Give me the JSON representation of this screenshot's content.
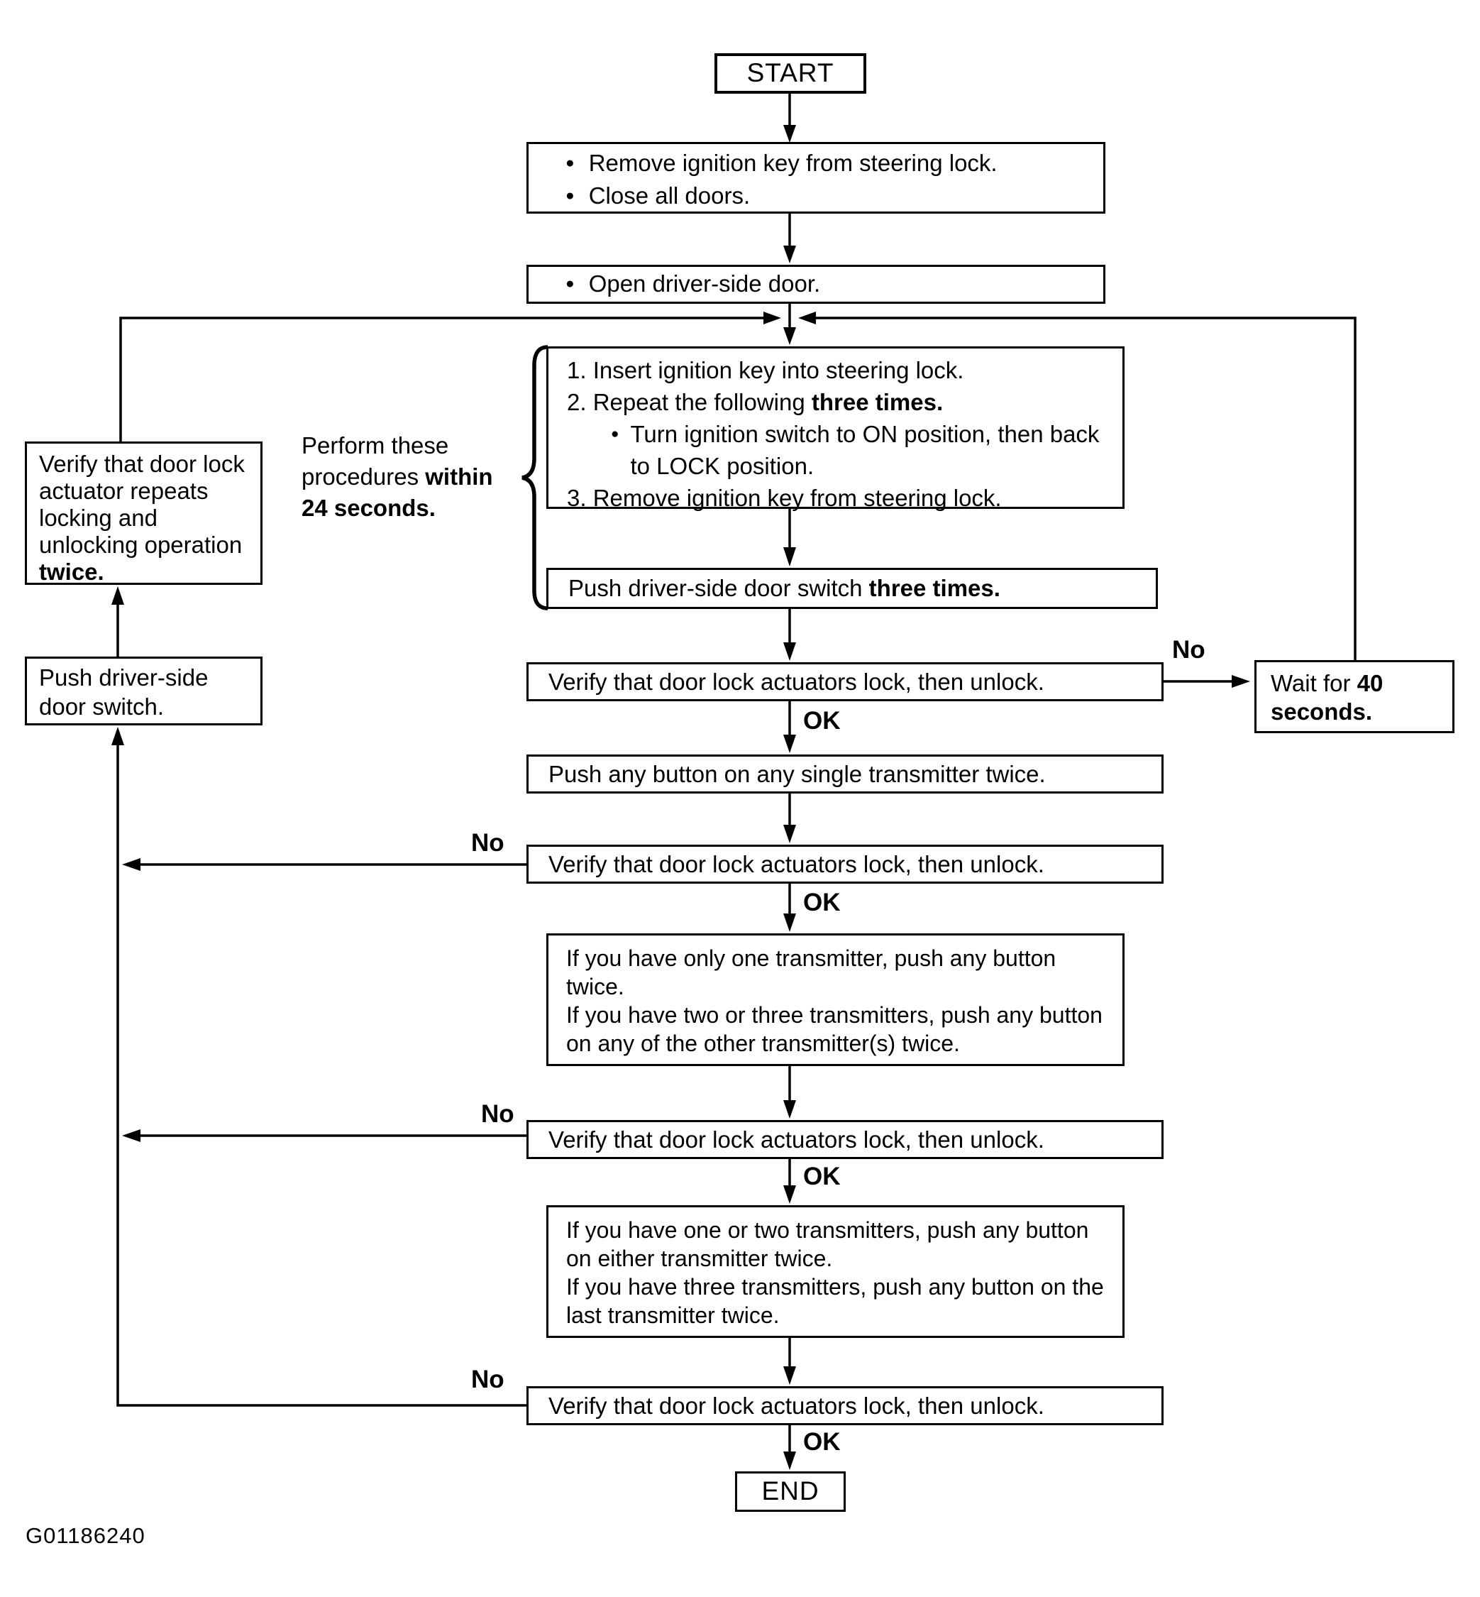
{
  "figure_id": "G01186240",
  "labels": {
    "start": "START",
    "end": "END",
    "no": "No",
    "ok": "OK"
  },
  "note": {
    "line1": "Perform these",
    "line2_pre": "procedures ",
    "line2_bold": "within",
    "line3_bold": "24 seconds."
  },
  "boxes": {
    "prep": {
      "bullets": [
        "Remove ignition key from steering lock.",
        "Close all doors."
      ]
    },
    "open_door": "Open driver-side door.",
    "procedure": {
      "step1": "1. Insert ignition key into steering lock.",
      "step2_pre": "2. Repeat the following ",
      "step2_bold": "three times.",
      "step2_sub": "Turn ignition switch to ON position, then back to LOCK position.",
      "step3": "3. Remove ignition key from steering lock."
    },
    "push_switch_three": {
      "pre": "Push driver-side door switch ",
      "bold": "three times."
    },
    "verify_lock_unlock": "Verify that door lock actuators lock, then unlock.",
    "wait": {
      "pre": "Wait for ",
      "bold1": "40",
      "bold2": "seconds."
    },
    "push_any_single": "Push any button on any single transmitter twice.",
    "transmitters_first": {
      "s1": "If you have only one transmitter, push any button twice.",
      "s2": "If you have two or three transmitters, push any button on any of the other transmitter(s) twice."
    },
    "transmitters_other": {
      "s1": "If you have one or two transmitters, push any button on either transmitter twice.",
      "s2": "If you have three transmitters, push any button on the last transmitter twice."
    },
    "verify_repeat": {
      "pre": "Verify that door lock actuator repeats locking and unlocking operation ",
      "bold": "twice."
    },
    "push_switch": "Push driver-side door switch."
  }
}
